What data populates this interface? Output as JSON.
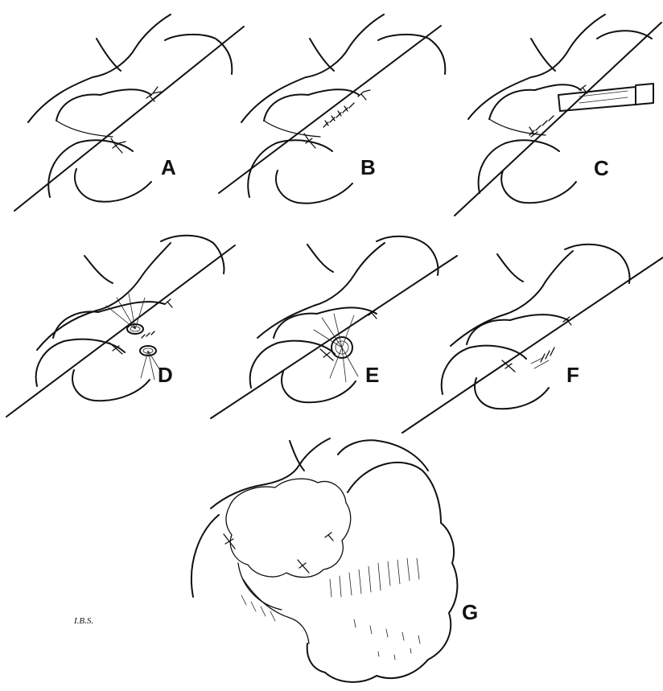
{
  "panels": [
    {
      "id": "A",
      "label": "A"
    },
    {
      "id": "B",
      "label": "B"
    },
    {
      "id": "C",
      "label": "C"
    },
    {
      "id": "D",
      "label": "D"
    },
    {
      "id": "E",
      "label": "E"
    },
    {
      "id": "F",
      "label": "F"
    },
    {
      "id": "G",
      "label": "G"
    }
  ],
  "signature": "I.B.S.",
  "colors": {
    "ink": "#111111",
    "background": "#ffffff"
  }
}
